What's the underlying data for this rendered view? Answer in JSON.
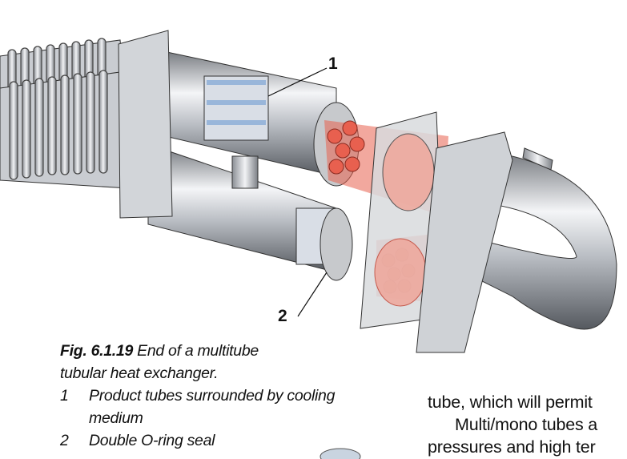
{
  "figure": {
    "callouts": [
      "1",
      "2"
    ],
    "caption": {
      "label": "Fig. 6.1.19",
      "title_line1": "End of a multitube",
      "title_line2": "tubular heat exchanger.",
      "items": [
        {
          "num": "1",
          "line1": "Product tubes surrounded by cooling",
          "line2": "medium"
        },
        {
          "num": "2",
          "line1": "Double O-ring seal",
          "line2": ""
        }
      ]
    }
  },
  "body_text": {
    "line1": "tube, which will permit",
    "line2": "Multi/mono tubes a",
    "line3": "pressures and high ter"
  },
  "colors": {
    "steel": "#b8bcc2",
    "red": "#e8604f",
    "blue": "#7fa6d6"
  }
}
